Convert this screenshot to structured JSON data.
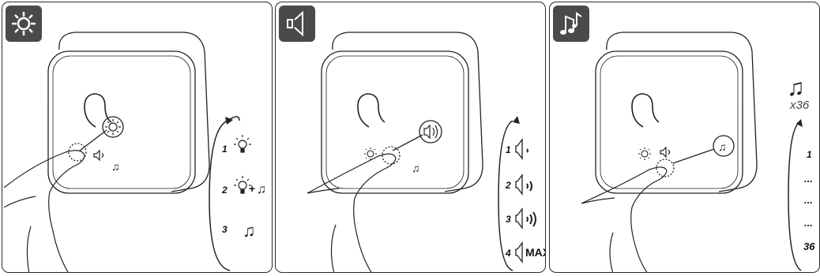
{
  "panels": [
    {
      "mode_icon": "sun-icon",
      "steps": [
        {
          "num": "1",
          "icon": "bulb-icon"
        },
        {
          "num": "2",
          "icon": "bulb-plus-music-icon",
          "joiner": "+"
        },
        {
          "num": "3",
          "icon": "music-notes-icon"
        }
      ]
    },
    {
      "mode_icon": "speaker-icon",
      "steps": [
        {
          "num": "1",
          "icon": "volume-1-icon"
        },
        {
          "num": "2",
          "icon": "volume-2-icon"
        },
        {
          "num": "3",
          "icon": "volume-3-icon"
        },
        {
          "num": "4",
          "icon": "volume-max-icon",
          "label": "MAX"
        }
      ]
    },
    {
      "mode_icon": "music-notes-icon",
      "count_label": "x36",
      "steps": [
        {
          "num": "1"
        },
        {
          "num": "..."
        },
        {
          "num": "..."
        },
        {
          "num": "..."
        },
        {
          "num": "36"
        }
      ]
    }
  ]
}
